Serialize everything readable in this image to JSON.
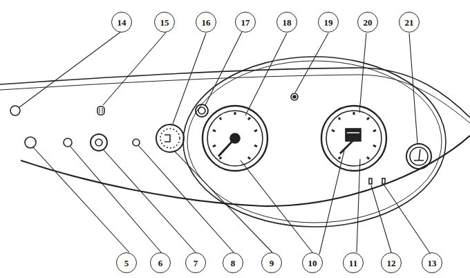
{
  "diagram": {
    "labels": [
      "14",
      "15",
      "16",
      "17",
      "18",
      "19",
      "20",
      "21",
      "5",
      "6",
      "7",
      "8",
      "9",
      "10",
      "11",
      "12",
      "13"
    ]
  }
}
